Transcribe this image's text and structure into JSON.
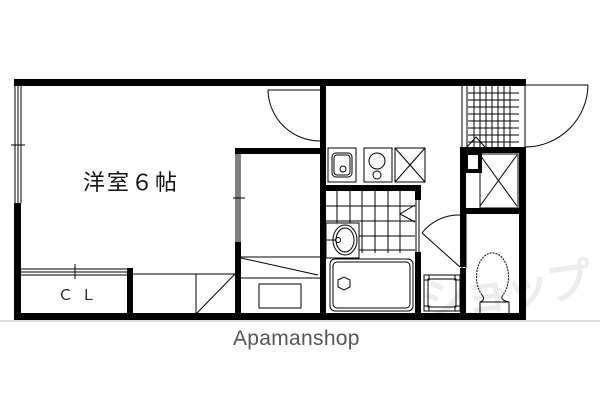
{
  "floorplan": {
    "rooms": {
      "main_room": {
        "label": "洋室６帖",
        "type": "western-style room",
        "size_jo": 6
      },
      "closet": {
        "label": "ＣＬ",
        "type": "closet"
      },
      "kitchen": {
        "fixtures": [
          "sink",
          "stove",
          "refrigerator-space"
        ]
      },
      "bathroom": {
        "fixtures": [
          "washbasin",
          "bathtub"
        ]
      },
      "toilet": {
        "fixtures": [
          "toilet"
        ]
      },
      "entrance": {
        "fixtures": [
          "tiled-genkan",
          "shoe-box"
        ]
      },
      "storage": {
        "fixtures": [
          "storage-space"
        ]
      },
      "laundry": {
        "fixtures": [
          "washing-machine-space"
        ]
      }
    }
  },
  "brand": {
    "name": "Apamanshop"
  },
  "watermark": {
    "text": "ショップ"
  },
  "colors": {
    "wall": "#000000",
    "background": "#ffffff",
    "brand_text": "#555555"
  }
}
